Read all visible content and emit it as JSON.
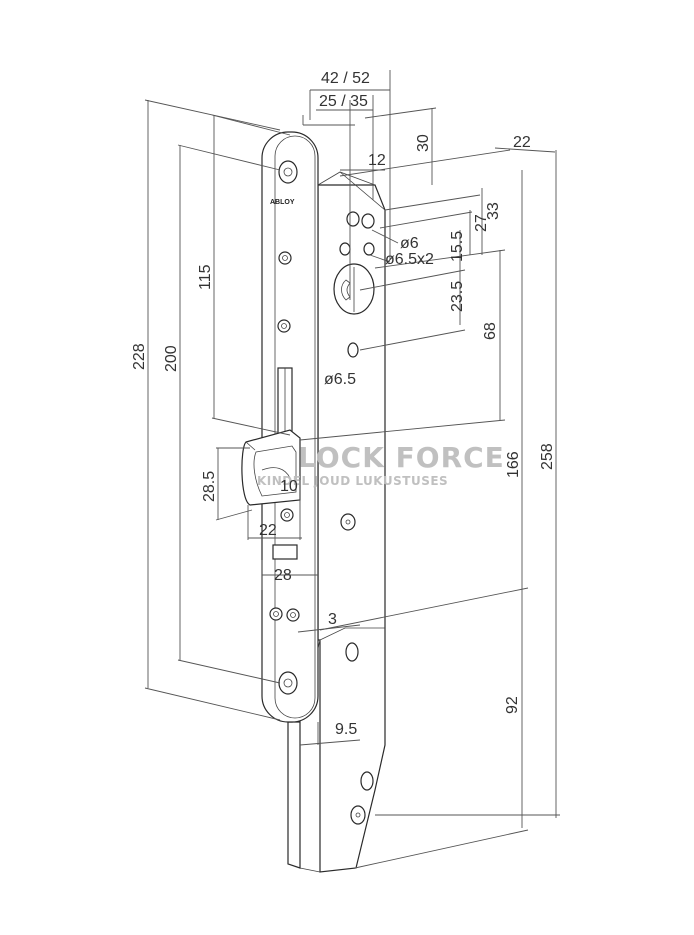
{
  "brand": "ABLOY",
  "watermark": {
    "title": "LOCK FORCE",
    "subtitle": "KINDEL JOUD LUKUSTUSES"
  },
  "dimensions": {
    "backset": "42 / 52",
    "backset_small": "25 / 35",
    "top_30": "30",
    "width_22": "22",
    "d12": "12",
    "d33": "33",
    "d27": "27",
    "hole6": "ø6",
    "hole65x2": "ø6.5x2",
    "d15_5": "15.5",
    "d23_5": "23.5",
    "d68": "68",
    "hole65": "ø6.5",
    "d115": "115",
    "d200": "200",
    "d228": "228",
    "d166": "166",
    "d258": "258",
    "d28_5": "28.5",
    "d10": "10",
    "d22_latch": "22",
    "d28": "28",
    "d3": "3",
    "d92": "92",
    "d9_5": "9.5"
  }
}
